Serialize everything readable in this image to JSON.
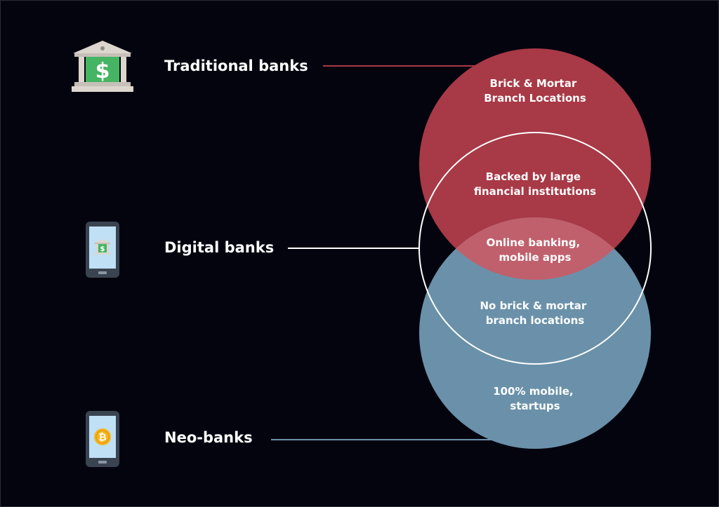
{
  "rows": {
    "traditional": {
      "label": "Traditional banks",
      "icon": "bank-building-icon"
    },
    "digital": {
      "label": "Digital banks",
      "icon": "phone-bank-icon"
    },
    "neo": {
      "label": "Neo-banks",
      "icon": "phone-bitcoin-icon"
    }
  },
  "venn": {
    "traditional_area": [
      "Brick & Mortar",
      "Branch Locations"
    ],
    "traditional_digital_overlap": [
      "Backed by large",
      "financial institutions"
    ],
    "center_overlap": [
      "Online banking,",
      "mobile apps"
    ],
    "digital_neo_overlap": [
      "No brick & mortar",
      "branch locations"
    ],
    "neo_area": [
      "100% mobile,",
      "startups"
    ]
  },
  "icons": {
    "dollar_symbol": "$",
    "bitcoin_symbol": "₿"
  },
  "colors": {
    "background": "#04040f",
    "traditional_circle": "#a83946",
    "neo_circle": "#6a91a9",
    "overlap": "#c0606c",
    "digital_outline": "#ffffff",
    "traditional_line": "#a83946",
    "neo_line": "#6a91a9",
    "digital_line": "#ffffff"
  }
}
